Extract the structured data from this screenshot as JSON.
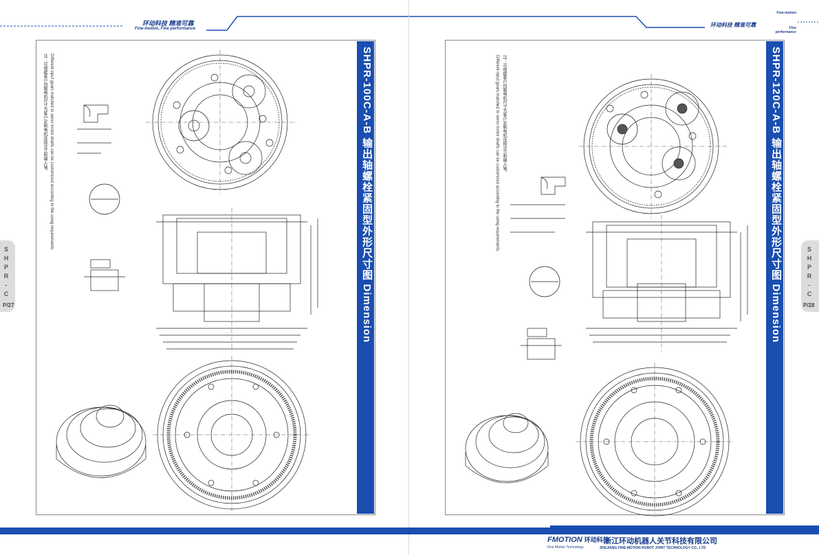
{
  "header": {
    "left_cn": "环动科技   精准可靠",
    "left_en": "Fine-motion, Fine performance",
    "right_cn": "环动科技  精准可靠",
    "right_tag_1": "Fine-motion",
    "right_tag_2": "Fine performance"
  },
  "pages": [
    {
      "title": "SHPR-100C-A-B 输出轴螺栓紧固型外形尺寸图 Dimension",
      "note_cn": "注：可根据客户伺服电机尺寸为客户定制电机连接法兰和输入轴。",
      "note_en": "Different input gears matched to servo motor shafts can be customized according to the using requirements.",
      "side_tab": "SHPR-C",
      "page_no": "P/27"
    },
    {
      "title": "SHPR-120C-A-B 输出轴螺栓紧固型外形尺寸图 Dimension",
      "note_cn": "注：可根据客户伺服电机尺寸为客户定制电机连接法兰和输入轴。",
      "note_en": "Different input gears matched to servo motor shafts can be customized according to the using requirements.",
      "side_tab": "SHPR-C",
      "page_no": "P/28"
    }
  ],
  "footer": {
    "logo": "FMOTION",
    "logo_cn": "环动科技",
    "logo_sub": "Fine Motion Technology",
    "company_cn": "浙江环动机器人关节科技有限公司",
    "company_en": "ZHEJIANG FINE-MOTION ROBOT JOINT TECHNOLOGY CO., LTD"
  },
  "colors": {
    "brand": "#1a4eb0",
    "text": "#1a3e8c",
    "tab": "#dcdcdc"
  }
}
